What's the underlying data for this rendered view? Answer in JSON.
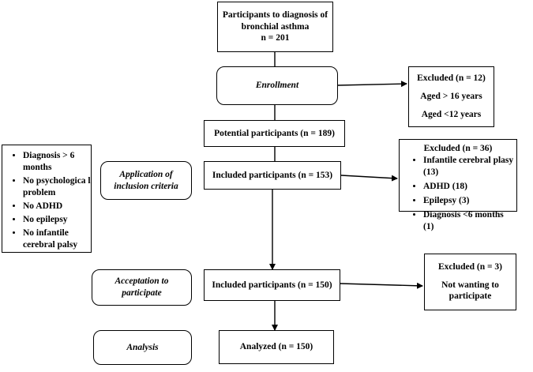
{
  "top_box": {
    "line1": "Participants to diagnosis of",
    "line2": "bronchial asthma",
    "line3": "n = 201"
  },
  "stages": {
    "enrollment": "Enrollment",
    "application_line1": "Application of",
    "application_line2": "inclusion criteria",
    "acceptation_line1": "Acceptation to",
    "acceptation_line2": "participate",
    "analysis": "Analysis"
  },
  "main_boxes": {
    "potential": "Potential participants (n = 189)",
    "included1": "Included participants  (n = 153)",
    "included2": "Included participants  (n = 150)",
    "analyzed": "Analyzed (n = 150)"
  },
  "excluded1": {
    "title": "Excluded (n = 12)",
    "items": [
      "Aged > 16 years",
      "Aged <12 years"
    ]
  },
  "excluded2": {
    "title": "Excluded (n = 36)",
    "items": [
      "Infantile cerebral plasy (13)",
      "ADHD (18)",
      "Epilepsy (3)",
      "Diagnosis <6 months (1)"
    ]
  },
  "excluded3": {
    "title": "Excluded (n = 3)",
    "line1": "Not wanting to",
    "line2": "participate"
  },
  "criteria": {
    "items": [
      "Diagnosis > 6 months",
      "No psychologica l problem",
      "No ADHD",
      "No epilepsy",
      " No infantile cerebral palsy"
    ]
  }
}
